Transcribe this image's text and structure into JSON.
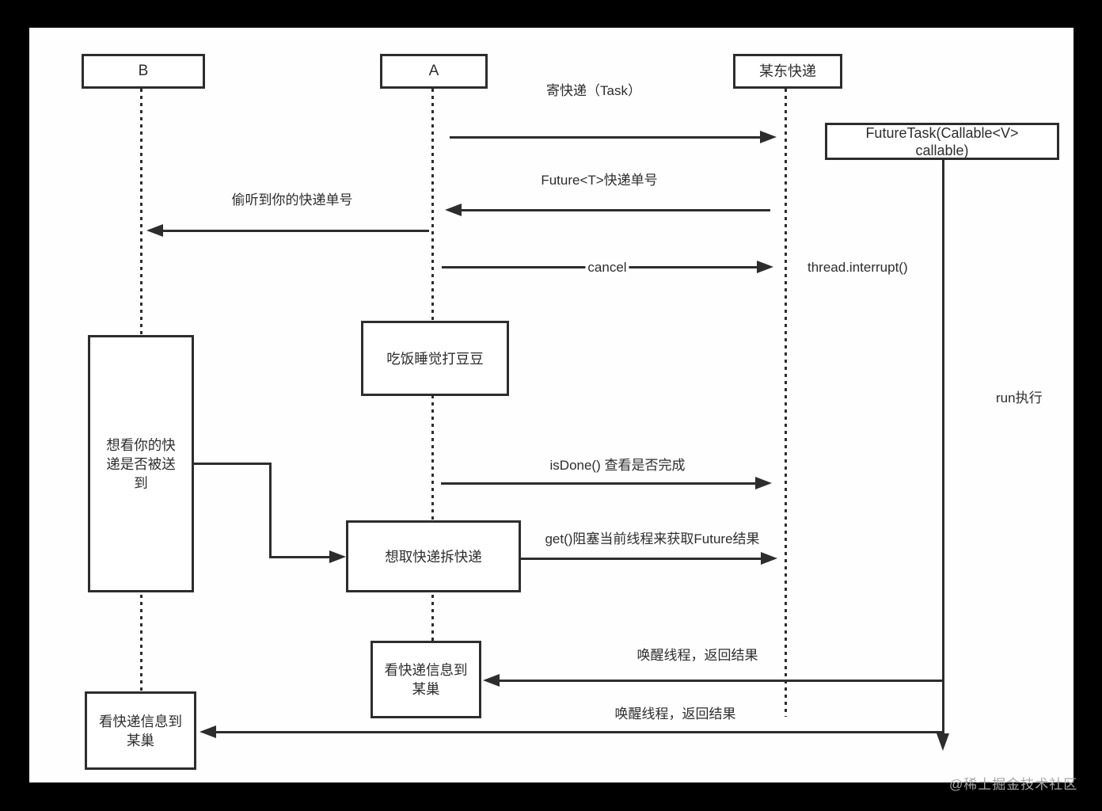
{
  "actors": {
    "b": "B",
    "a": "A",
    "courier": "某东快递"
  },
  "boxes": {
    "futuretask": "FutureTask(Callable<V> callable)",
    "eat_sleep": "吃饭睡觉打豆豆",
    "want_check": "想看你的快递是否被送到",
    "want_take": "想取快递拆快递",
    "see_info_a": "看快递信息到某巢",
    "see_info_b": "看快递信息到某巢"
  },
  "messages": {
    "send_task": "寄快递（Task）",
    "tracking_no": "Future<T>快递单号",
    "eavesdrop": "偷听到你的快递单号",
    "cancel": "cancel",
    "thread_interrupt": "thread.interrupt()",
    "run": "run执行",
    "is_done": "isDone() 查看是否完成",
    "get_block": "get()阻塞当前线程来获取Future结果",
    "wake_a": "唤醒线程，返回结果",
    "wake_b": "唤醒线程，返回结果"
  },
  "watermark": "@稀土掘金技术社区"
}
